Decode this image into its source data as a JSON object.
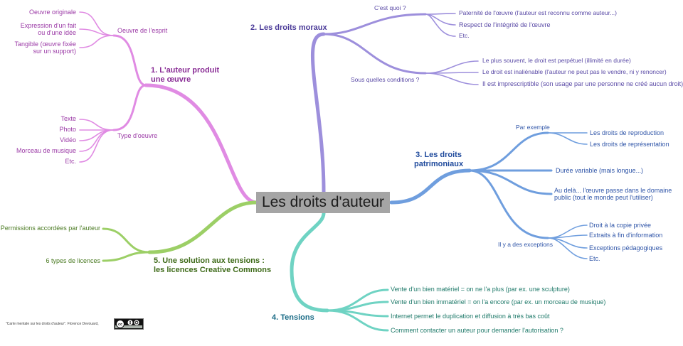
{
  "central": "Les droits d'auteur",
  "colors": {
    "pink": "#e08be3",
    "purple": "#9d8fdc",
    "blue": "#6f9ede",
    "teal": "#6fd3c3",
    "green": "#9ccf66"
  },
  "b1": {
    "title": "1. L'auteur produit\nune œuvre",
    "esprit": {
      "label": "Oeuvre de l'esprit",
      "items": [
        "Oeuvre originale",
        "Expression d'un fait\nou d'une idée",
        "Tangible (œuvre fixée\nsur un support)"
      ]
    },
    "type": {
      "label": "Type d'oeuvre",
      "items": [
        "Texte",
        "Photo",
        "Vidéo",
        "Morceau de musique",
        "Etc."
      ]
    }
  },
  "b2": {
    "title": "2. Les droits moraux",
    "quoi": {
      "label": "C'est quoi ?",
      "items": [
        "Paternité de l'œuvre (l'auteur est reconnu comme auteur...)",
        "Respect de l'intégrité de l'œuvre",
        "Etc."
      ]
    },
    "conditions": {
      "label": "Sous quelles conditions ?",
      "items": [
        "Le plus souvent, le droit est perpétuel (illimité en durée)",
        "Le droit est inaliénable (l'auteur ne peut pas le vendre, ni y renoncer)",
        "Il est imprescriptible (son usage par une personne ne créé aucun droit)"
      ]
    }
  },
  "b3": {
    "title": "3. Les droits\npatrimoniaux",
    "exemple": {
      "label": "Par exemple",
      "items": [
        "Les droits de reproduction",
        "Les droits de représentation"
      ]
    },
    "duree": "Durée variable (mais longue...)",
    "audela": "Au delà... l'œuvre passe dans le domaine\npublic (tout le monde peut l'utiliser)",
    "exceptions": {
      "label": "Il y a des exceptions",
      "items": [
        "Droit à la copie privée",
        "Extraits à fin d'information",
        "Exceptions pédagogiques",
        "Etc."
      ]
    }
  },
  "b4": {
    "title": "4. Tensions",
    "items": [
      "Vente d'un bien matériel = on ne l'a plus (par ex. une sculpture)",
      "Vente d'un bien immatériel = on l'a encore (par ex. un morceau de musique)",
      "Internet permet le duplication et diffusion à très bas coût",
      "Comment contacter un auteur pour demander l'autorisation ?"
    ]
  },
  "b5": {
    "title": "5. Une solution aux tensions :\nles licences Creative Commons",
    "items": [
      "Permissions accordées par l'auteur",
      "6 types de licences"
    ]
  },
  "credit": "\"Carte mentale sur les droits d'auteur\". Florence Devouard,"
}
